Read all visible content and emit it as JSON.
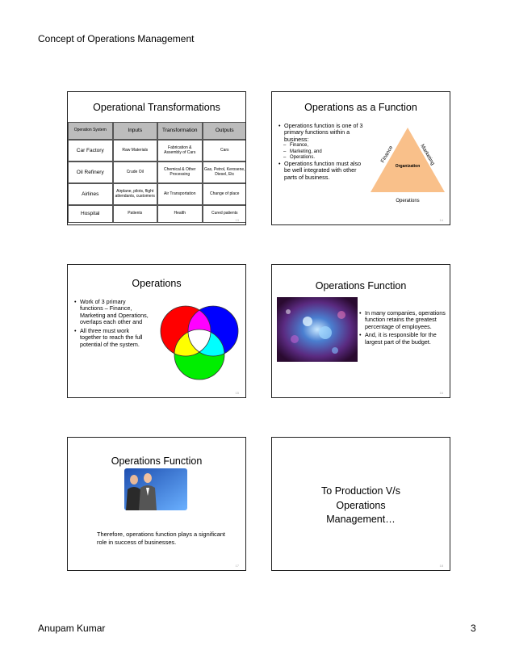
{
  "page": {
    "header": "Concept of Operations Management",
    "footer_author": "Anupam Kumar",
    "footer_page": "3"
  },
  "slides": [
    {
      "title": "Operational Transformations",
      "number": "13",
      "table": {
        "headers": [
          "Operation System",
          "Inputs",
          "Transformation",
          "Outputs"
        ],
        "rows": [
          [
            "Car Factory",
            "Raw Materials",
            "Fabrication & Assembly of Cars",
            "Cars"
          ],
          [
            "Oil Refinery",
            "Crude Oil",
            "Chemical & Other Processing",
            "Gas, Petrol, Kerosene, Diesel, Etc"
          ],
          [
            "Airlines",
            "Airplane, pilots, flight attendants, customers",
            "Air Transportation",
            "Change of place"
          ],
          [
            "Hospital",
            "Patients",
            "Health",
            "Cured patients"
          ]
        ]
      }
    },
    {
      "title": "Operations as a Function",
      "number": "14",
      "bullets": [
        {
          "text": "Operations function is one of 3 primary functions within a business:",
          "level": 1
        },
        {
          "text": "Finance,",
          "level": 2
        },
        {
          "text": "Marketing, and",
          "level": 2
        },
        {
          "text": "Operations.",
          "level": 2
        },
        {
          "text": "Operations function must also be well integrated with other parts of business.",
          "level": 1
        }
      ],
      "diagram": {
        "left_label": "Finance",
        "right_label": "Marketing",
        "center_label": "Organization",
        "bottom_label": "Operations",
        "fill_color": "#f9c08a"
      }
    },
    {
      "title": "Operations",
      "number": "15",
      "bullets": [
        {
          "text": "Work of 3 primary functions – Finance, Marketing and Operations, overlaps each other and",
          "level": 1
        },
        {
          "text": "All three must work together to reach the full potential of the system.",
          "level": 1
        }
      ],
      "venn_colors": [
        "#ff0000",
        "#0000ff",
        "#00ee00"
      ]
    },
    {
      "title": "Operations Function",
      "number": "16",
      "bullets": [
        {
          "text": "In many companies, operations function retains the greatest percentage of employees.",
          "level": 1
        },
        {
          "text": "And, it is responsible for the largest part of the budget.",
          "level": 1
        }
      ]
    },
    {
      "title": "Operations Function",
      "number": "17",
      "body": "Therefore, operations function plays a significant role in success of businesses."
    },
    {
      "title": "To Production V/s Operations Management…",
      "number": "18"
    }
  ]
}
